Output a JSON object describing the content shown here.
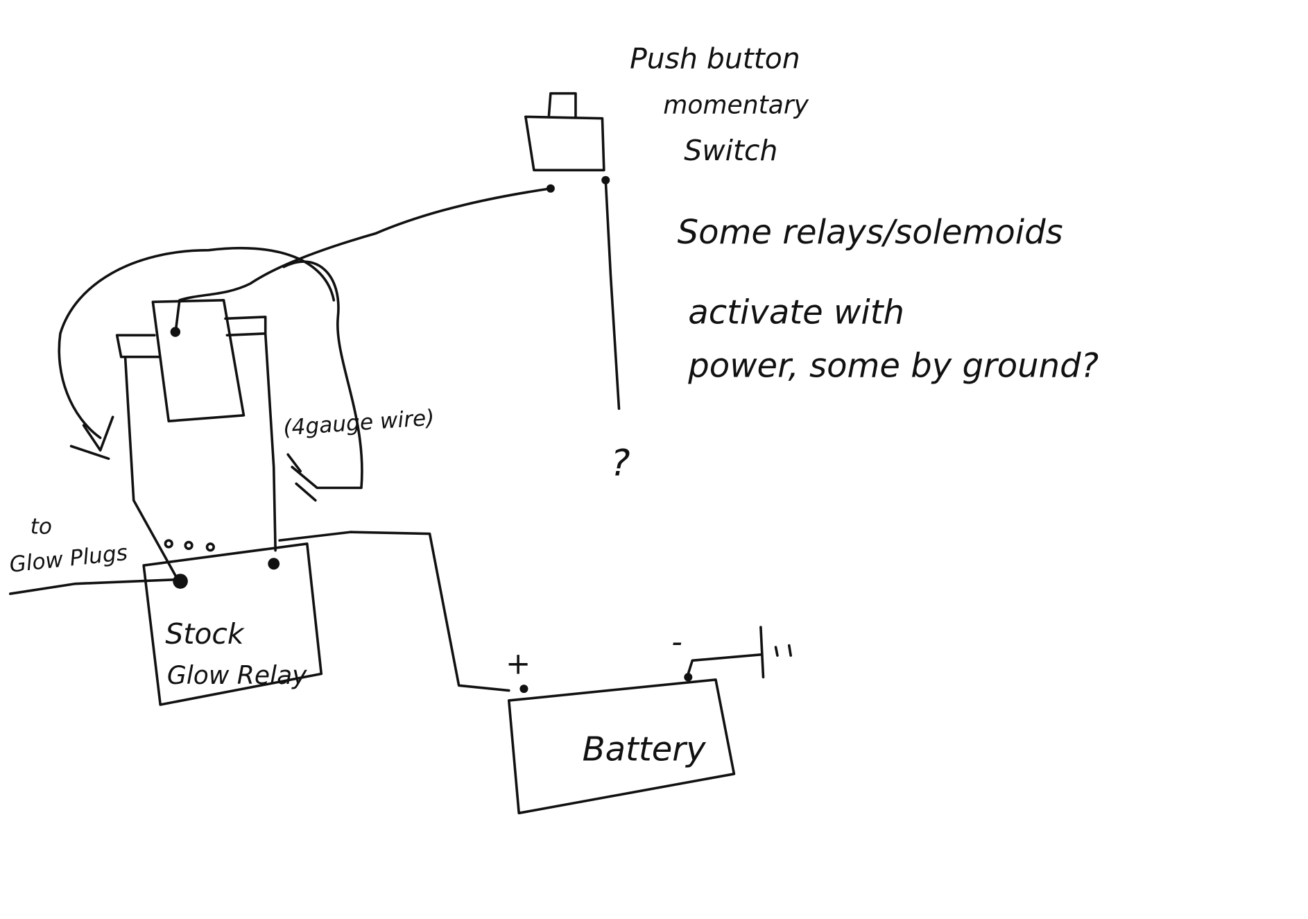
{
  "switch_label": {
    "line1": "Push button",
    "line2": "momentary",
    "line3": "Switch"
  },
  "note": {
    "line1": "Some relays/solemoids",
    "line2": "activate with",
    "line3": "power, some by ground?"
  },
  "wire_label": "(4gauge wire)",
  "glow_plugs_label": {
    "line1": "to",
    "line2": "Glow Plugs"
  },
  "relay_label": {
    "line1": "Stock",
    "line2": "Glow Relay"
  },
  "battery_label": "Battery",
  "plus_sign": "+",
  "minus_sign": "-",
  "question_mark": "?"
}
